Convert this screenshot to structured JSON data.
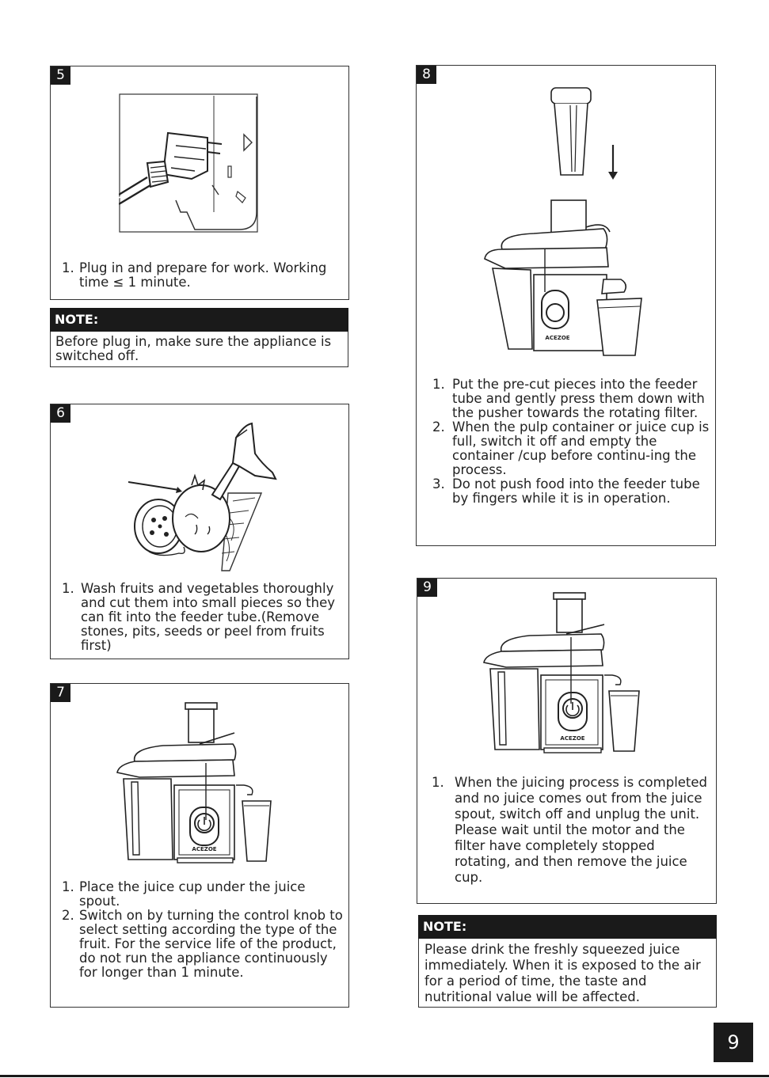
{
  "page_number": "9",
  "sections": [
    {
      "number": "5",
      "steps": [
        {
          "num": "1.",
          "text": "Plug in and prepare for work. Working time ≤ 1 minute."
        }
      ]
    },
    {
      "number": "6",
      "steps": [
        {
          "num": "1.",
          "text": "Wash fruits and vegetables thoroughly and cut them into small pieces so they can fit into the feeder tube.(Remove stones, pits, seeds or peel from fruits first)"
        }
      ]
    },
    {
      "number": "7",
      "brand": "ACEZOE",
      "steps": [
        {
          "num": "1.",
          "text": "Place the juice cup under the juice spout."
        },
        {
          "num": "2.",
          "text": "Switch on by turning the control knob to select setting according the type of the fruit. For the service life of the product, do not run the appliance continuously for longer than 1 minute."
        }
      ]
    },
    {
      "number": "8",
      "brand": "ACEZOE",
      "steps": [
        {
          "num": "1.",
          "text": "Put the pre-cut pieces into the feeder tube and gently press them down with the pusher towards the rotating filter."
        },
        {
          "num": "2.",
          "text": "When the pulp container or juice cup is full, switch it off and empty the container /cup before continu-ing the process."
        },
        {
          "num": "3.",
          "text": "Do not push food into the feeder tube by fingers while it is in operation."
        }
      ]
    },
    {
      "number": "9",
      "brand": "ACEZOE",
      "steps": [
        {
          "num": "1.",
          "text": "When the juicing process is completed and no juice comes out from the juice spout, switch off and unplug the unit. Please wait until the motor and the filter have completely stopped rotating, and then remove the juice cup."
        }
      ]
    }
  ],
  "notes": [
    {
      "title": "NOTE:",
      "text": " Before plug in, make sure the appliance is switched off."
    },
    {
      "title": "NOTE:",
      "text": "Please drink the freshly squeezed juice immediately. When it is exposed to the air for a period of time, the taste and nutritional value will be affected."
    }
  ]
}
